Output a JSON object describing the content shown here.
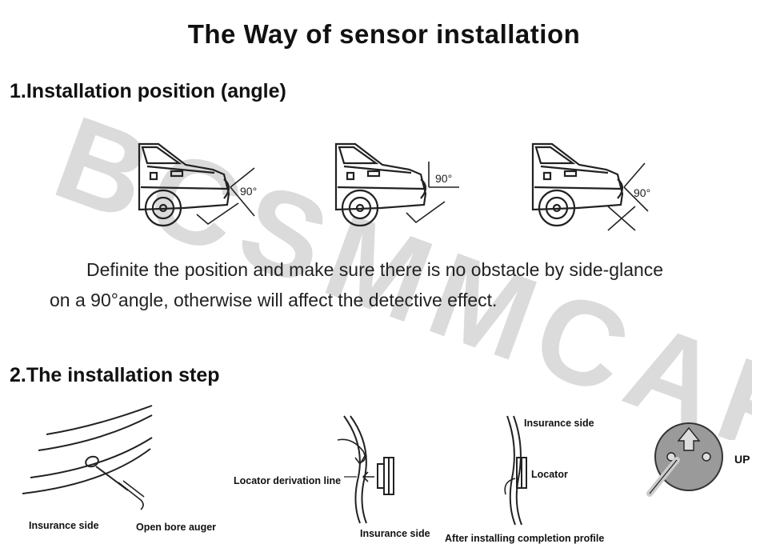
{
  "title": "The Way of sensor installation",
  "section1": {
    "heading": "1.Installation position (angle)",
    "angle_label": "90°",
    "description_line1": "Definite the position and make sure there is no obstacle by side-glance",
    "description_line2": "on a 90°angle, otherwise will affect the detective effect."
  },
  "section2": {
    "heading": "2.The installation step",
    "step1": {
      "label_insurance": "Insurance side",
      "label_auger": "Open bore auger"
    },
    "step2": {
      "label_locator_line": "Locator derivation line",
      "label_insurance": "Insurance side"
    },
    "step3": {
      "label_insurance": "Insurance side",
      "label_locator": "Locator",
      "label_profile": "After installing completion profile"
    },
    "step4": {
      "label_up": "UP"
    }
  },
  "watermark": "BCSMMCAR"
}
